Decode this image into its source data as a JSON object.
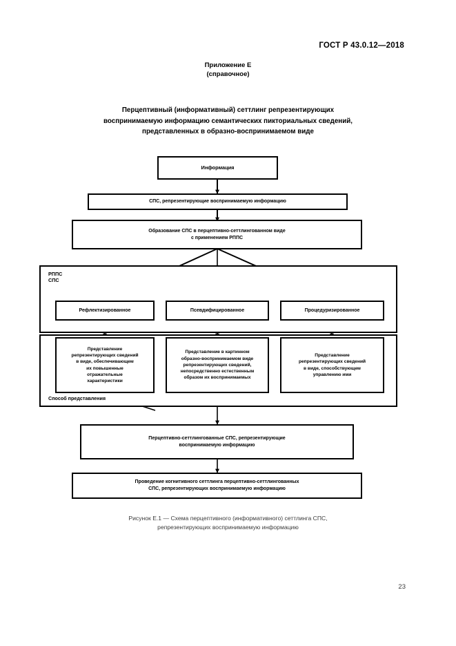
{
  "document": {
    "standard_header": "ГОСТ Р 43.0.12—2018",
    "page_number": "23",
    "annex_title": "Приложение Е",
    "annex_subtitle": "(справочное)",
    "title_line1": "Перцептивный (информативный) сеттлинг репрезентирующих",
    "title_line2": "воспринимаемую информацию семантических пикториальных сведений,",
    "title_line3": "представленных в образно-воспринимаемом виде",
    "caption_line1": "Рисунок Е.1 — Схема перцептивного (информативного) сеттлинга СПС,",
    "caption_line2": "репрезентирующих воспринимаемую информацию"
  },
  "figure": {
    "box_information": "Информация",
    "box_sps_representing": "СПС, репрезентирующие воспринимаемую информацию",
    "box_formation_line1": "Образование СПС в перцептивно-сеттлингованном виде",
    "box_formation_line2": "с применением РППС",
    "group_rpps_label": "РППС\nСПС",
    "group_method_label": "Способ представления",
    "branch_boxes": [
      {
        "label": "Рефлектизированное"
      },
      {
        "label": "Псевдифицированное"
      },
      {
        "label": "Процедуризированное"
      }
    ],
    "detail_boxes": [
      {
        "lines": [
          "Представление",
          "репрезентирующих сведений",
          "в виде, обеспечивающем",
          "их повышенные",
          "отражательные",
          "характеристики"
        ]
      },
      {
        "lines": [
          "Представление в картинном",
          "образно-воспринимаемом виде",
          "репрезентирующих сведений,",
          "непосредственно естественным",
          "образом их воспринимаемых"
        ]
      },
      {
        "lines": [
          "Представление",
          "репрезентирующих сведений",
          "в виде, способствующем",
          "управлению ими"
        ]
      }
    ],
    "box_perceptive_settled_line1": "Перцептивно-сеттлингованные СПС, репрезентирующие",
    "box_perceptive_settled_line2": "воспринимаемую информацию",
    "box_cognitive_settling_line1": "Проведение когнитивного сеттлинга перцептивно-сеттлингованных",
    "box_cognitive_settling_line2": "СПС, репрезентирующих воспринимаемую информацию"
  }
}
